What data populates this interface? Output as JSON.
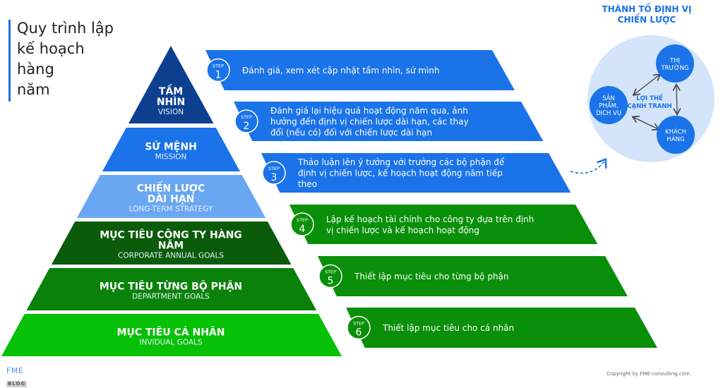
{
  "title": {
    "lines": [
      "Quy trình lập",
      "kế hoạch",
      "hàng",
      "năm"
    ]
  },
  "pyramid": {
    "levels": [
      {
        "title_lines": [
          "TẦM",
          "NHÌN"
        ],
        "subtitle": "VISION",
        "color": "#0d3f8f"
      },
      {
        "title_lines": [
          "SỨ MỆNH"
        ],
        "subtitle": "MISSION",
        "color": "#1a73e8"
      },
      {
        "title_lines": [
          "CHIẾN LƯỢC",
          "DÀI HẠN"
        ],
        "subtitle": "LONG-TERM STRATEGY",
        "color": "#6aa7f3"
      },
      {
        "title_lines": [
          "MỤC TIÊU CÔNG TY HÀNG",
          "NĂM"
        ],
        "subtitle": "CORPORATE ANNUAL  GOALS",
        "color": "#0a5c0a"
      },
      {
        "title_lines": [
          "MỤC TIÊU TỪNG BỘ PHẬN"
        ],
        "subtitle": "DEPARTMENT GOALS",
        "color": "#0a820a"
      },
      {
        "title_lines": [
          "MỤC TIÊU CÁ NHÂN"
        ],
        "subtitle": "INVIDUAL GOALS",
        "color": "#06c106"
      }
    ]
  },
  "steps": {
    "step_label": "STEP",
    "items": [
      {
        "number": "1",
        "text_lines": [
          "Đánh giá, xem xét cập nhật tầm nhìn, sứ mình"
        ],
        "color": "#1a73e8"
      },
      {
        "number": "2",
        "text_lines": [
          "Đánh giá lại hiệu quả hoạt động năm qua, ảnh",
          "hưởng đến định vị chiến lược dài hạn, các thay",
          "đổi (nếu có) đối với chiến lược dài hạn"
        ],
        "color": "#1a73e8"
      },
      {
        "number": "3",
        "text_lines": [
          "Thảo luận lên ý tưởng với trưởng các bộ phận để",
          "định vị chiến lược, kế hoạch hoạt động năm tiếp",
          "theo"
        ],
        "color": "#1a73e8"
      },
      {
        "number": "4",
        "text_lines": [
          "Lập kế hoạch tài chính cho công ty dựa trên định",
          "vị chiến lược và kế hoạch hoạt động"
        ],
        "color": "#098f09"
      },
      {
        "number": "5",
        "text_lines": [
          "Thiết lập mục tiêu cho từng bộ phận"
        ],
        "color": "#098f09"
      },
      {
        "number": "6",
        "text_lines": [
          "Thiết lập mục tiêu cho cá nhân"
        ],
        "color": "#098f09"
      }
    ]
  },
  "positioning": {
    "title_lines": [
      "THÀNH TỐ ĐỊNH VỊ",
      "CHIẾN LƯỢC"
    ],
    "center_lines": [
      "LỢI THẾ",
      "CẠNH TRANH"
    ],
    "nodes": [
      {
        "id": "market",
        "lines": [
          "THỊ",
          "TRƯỜNG"
        ]
      },
      {
        "id": "product",
        "lines": [
          "SẢN",
          "PHẨM,",
          "DỊCH VỤ"
        ]
      },
      {
        "id": "customer",
        "lines": [
          "KHÁCH",
          "HÀNG"
        ]
      }
    ],
    "colors": {
      "outer": "#d3e4fb",
      "node": "#1a73e8",
      "title": "#1a73e8",
      "arrow": "#444444"
    }
  },
  "footer": {
    "logo_top": "FME",
    "logo_bottom": "BLOG",
    "copyright": "Copyright  by FME-consulting.com."
  }
}
